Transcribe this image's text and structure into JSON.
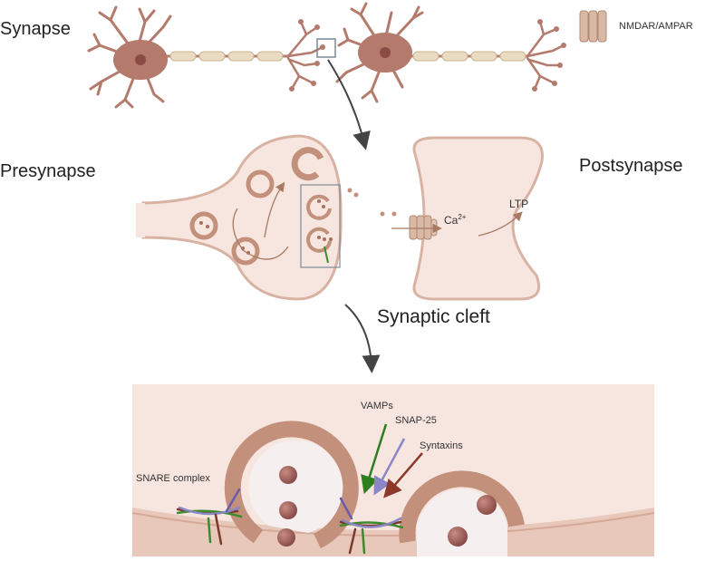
{
  "labels": {
    "synapse": "Synapse",
    "legend_receptor": "NMDAR/AMPAR",
    "presynapse": "Presynapse",
    "postsynapse": "Postsynapse",
    "synaptic_cleft": "Synaptic cleft",
    "calcium": "Ca",
    "calcium_charge": "2+",
    "ltp": "LTP",
    "vamps": "VAMPs",
    "snap25": "SNAP-25",
    "syntaxins": "Syntaxins",
    "snare_complex": "SNARE complex"
  },
  "colors": {
    "membrane": "#c99a85",
    "cytoplasm": "#f7e6df",
    "cell_body": "#b47a6c",
    "nucleus": "#8a4b45",
    "myelin": "#e9dcc2",
    "vesicle": "#c3917b",
    "vamps_arrow": "#2e7d1f",
    "snap25_arrow": "#8a86c8",
    "syntaxin_arrow": "#8b3a2a",
    "arrow": "#444444"
  },
  "icons": [
    "neuron-icon",
    "receptor-icon",
    "curved-arrow-icon",
    "vesicle-icon"
  ]
}
